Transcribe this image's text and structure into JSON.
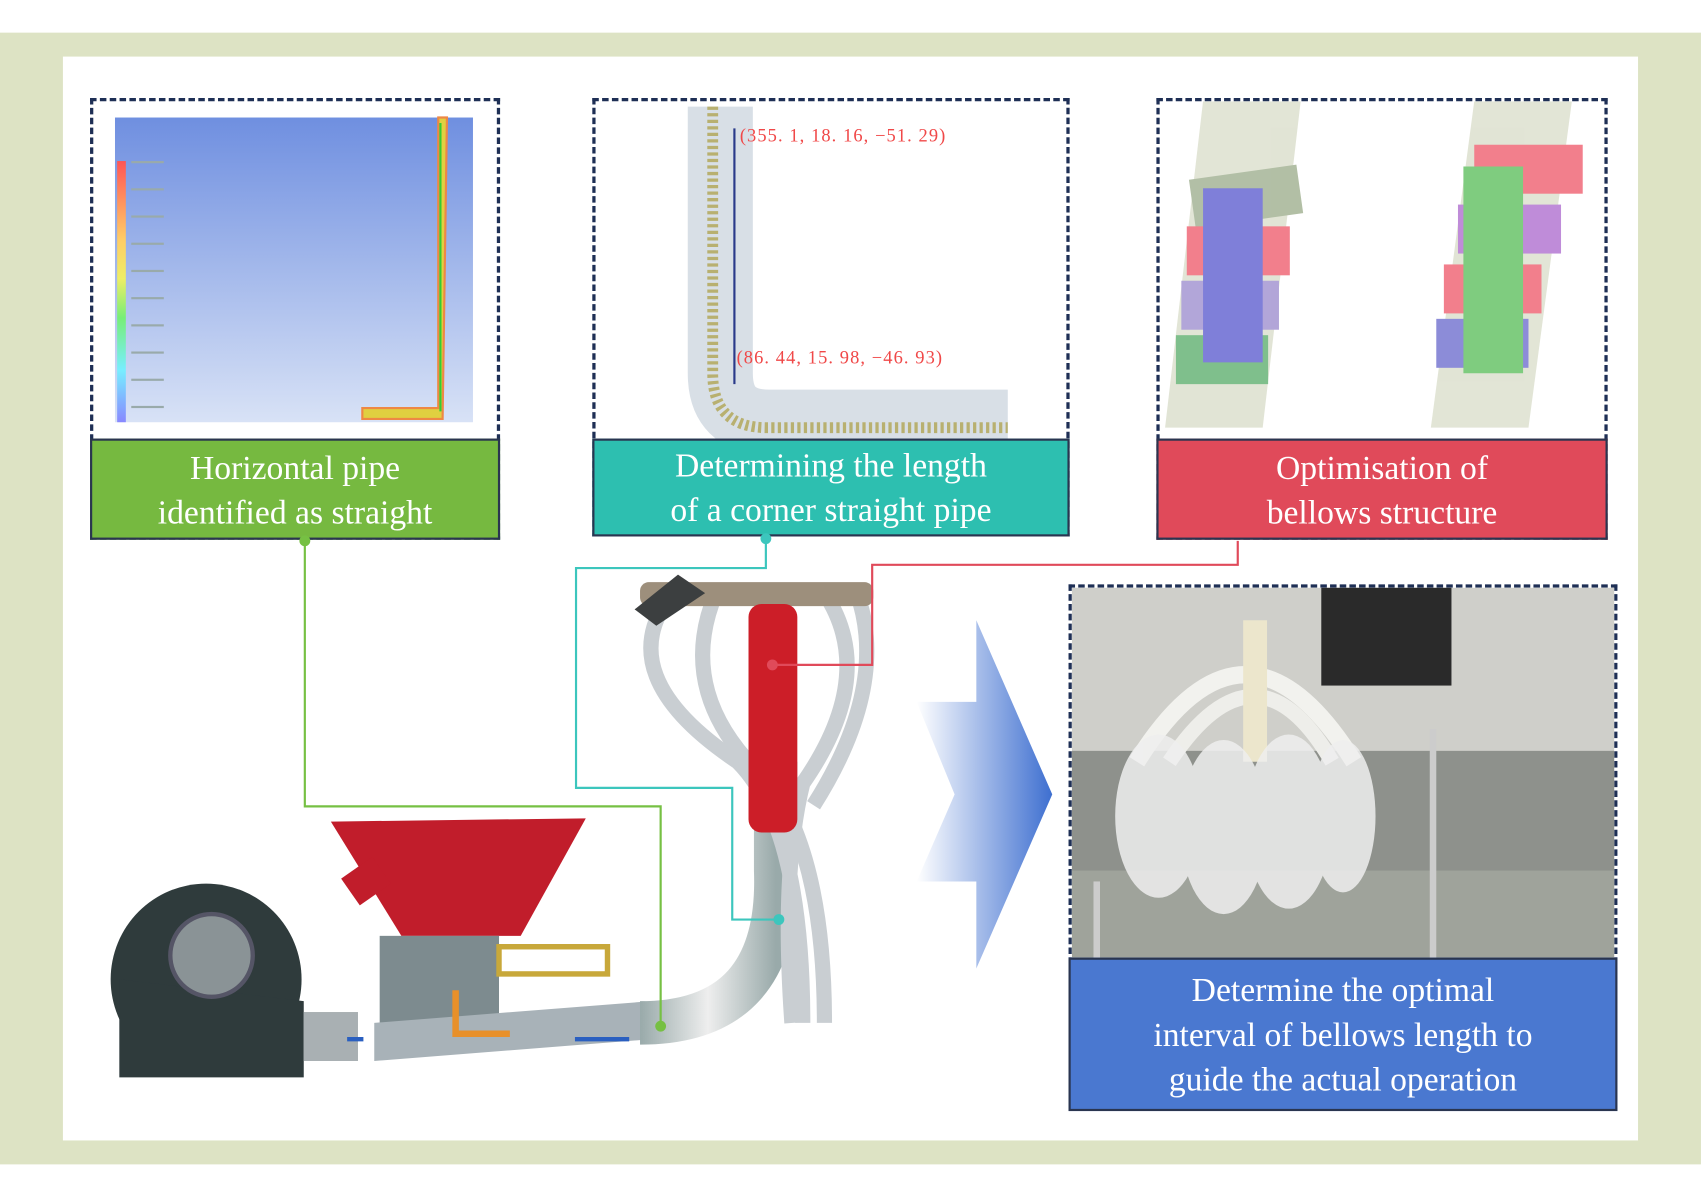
{
  "panels": {
    "horizontal": {
      "label_line1": "Horizontal pipe",
      "label_line2": "identified as straight",
      "color": "#76b940"
    },
    "corner": {
      "label_line1": "Determining the length",
      "label_line2": "of a corner straight pipe",
      "color": "#2dbfb0",
      "coord_top": "(355. 1,   18. 16,   −51. 29)",
      "coord_bottom": "(86. 44,   15. 98,   −46. 93)"
    },
    "bellows": {
      "label_line1": "Optimisation of",
      "label_line2": "bellows structure",
      "color": "#e04a5a"
    },
    "result": {
      "label_line1": "Determine the optimal",
      "label_line2": "interval of bellows length to",
      "label_line3": "guide the actual operation",
      "color": "#4a78d0"
    }
  }
}
